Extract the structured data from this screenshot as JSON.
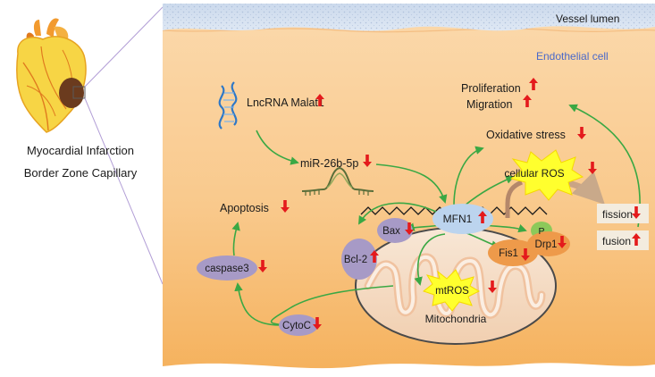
{
  "left_panel": {
    "line1": "Myocardial Infarction",
    "line2": "Border Zone Capillary"
  },
  "compartments": {
    "vessel": "Vessel lumen",
    "cell": "Endothelial cell",
    "mito": "Mitochondria"
  },
  "nodes": {
    "lncrna": "LncRNA Malat1",
    "mir": "miR-26b-5p",
    "oxidative": "Oxidative stress",
    "proliferation": "Proliferation",
    "migration": "Migration",
    "cellular_ros": "cellular ROS",
    "apoptosis": "Apoptosis",
    "caspase3": "caspase3",
    "bcl2": "Bcl-2",
    "bax": "Bax",
    "mfn1": "MFN1",
    "p": "P",
    "drp1": "Drp1",
    "fis1": "Fis1",
    "mtros": "mtROS",
    "cytoc": "CytoC",
    "fission": "fission",
    "fusion": "fusion"
  },
  "colors": {
    "up_arrow": "#e41a1c",
    "pathway_arrow": "#3aa844",
    "cytoplasm": "#f8c98f",
    "vessel_lumen": "#c9d8ea",
    "node_purple": "#a79ac6",
    "node_blue": "#bcd4ee",
    "node_orange": "#ee9a4a",
    "node_green": "#8cc95a",
    "burst_yellow": "#ffff2e"
  }
}
